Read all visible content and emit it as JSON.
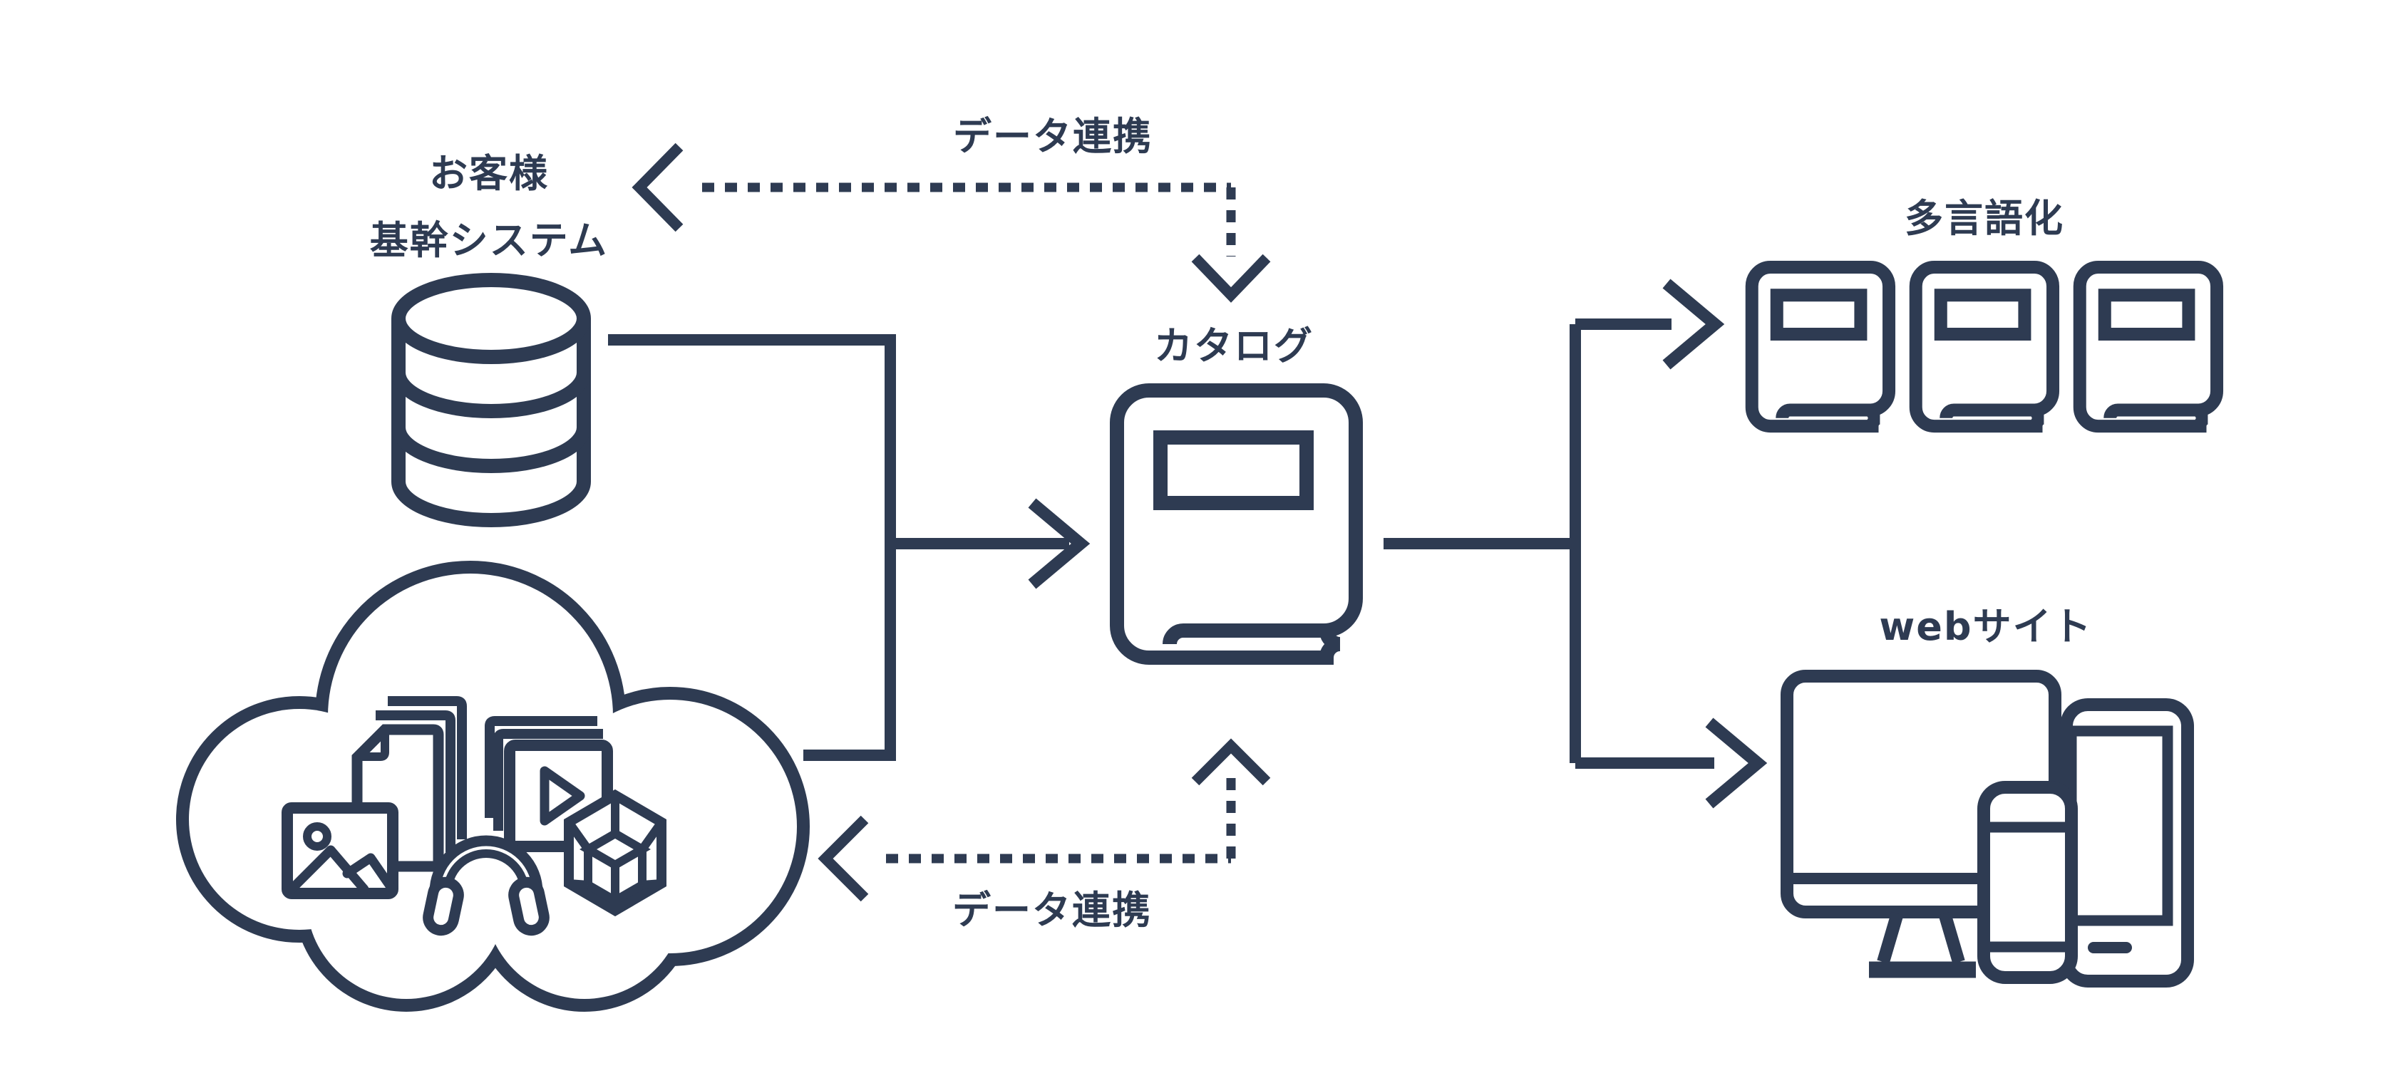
{
  "page": {
    "background": "#ffffff",
    "ink_color": "#2e3b52",
    "kind": "data-flow-diagram"
  },
  "diagram": {
    "nodes": {
      "source_system": {
        "label_line1": "お客様",
        "label_line2": "基幹システム",
        "icon": "database-icon"
      },
      "assets_cloud": {
        "icon": "cloud-icon",
        "contains": [
          "documents-icon",
          "video-icon",
          "image-icon",
          "headphones-icon",
          "3d-object-icon"
        ]
      },
      "catalog": {
        "label": "カタログ",
        "icon": "book-icon"
      },
      "multilingual": {
        "label": "多言語化",
        "icon": "books-icon",
        "book_count": 3
      },
      "website": {
        "label": "webサイト",
        "icon": "devices-icon",
        "devices": [
          "monitor-icon",
          "smartphone-icon",
          "tablet-icon"
        ]
      }
    },
    "edges": {
      "inputs_to_catalog": {
        "style": "solid-arrow",
        "from": [
          "source_system",
          "assets_cloud"
        ],
        "to": "catalog"
      },
      "catalog_to_outputs": {
        "style": "solid-arrow",
        "from": "catalog",
        "to": [
          "multilingual",
          "website"
        ]
      },
      "data_link_top": {
        "label": "データ連携",
        "style": "dotted-arrow",
        "between": [
          "catalog",
          "source_system"
        ]
      },
      "data_link_bottom": {
        "label": "データ連携",
        "style": "dotted-arrow",
        "between": [
          "assets_cloud",
          "catalog"
        ]
      }
    }
  }
}
